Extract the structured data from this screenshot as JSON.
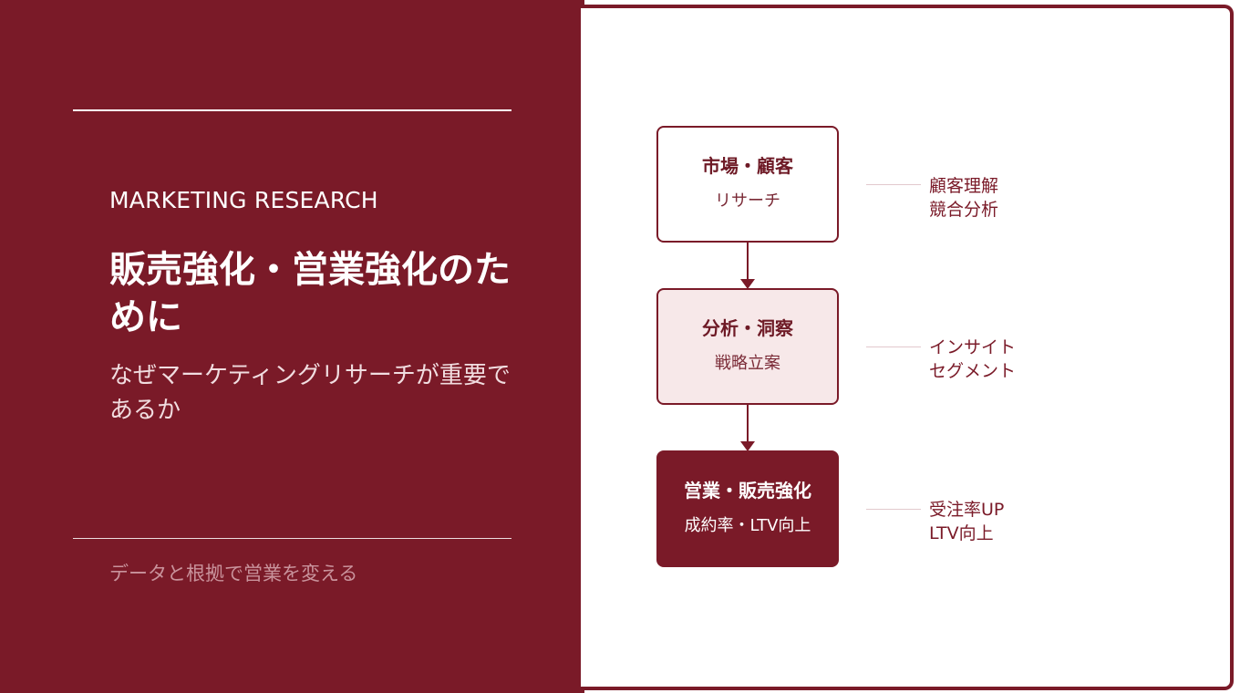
{
  "left": {
    "kicker": "MARKETING RESEARCH",
    "title": "販売強化・営業強化のために",
    "subtitle": "なぜマーケティングリサーチが重要であるか",
    "tagline": "データと根拠で営業を変える"
  },
  "flow": [
    {
      "title": "市場・顧客",
      "subtitle": "リサーチ",
      "notes": [
        "顧客理解",
        "競合分析"
      ]
    },
    {
      "title": "分析・洞察",
      "subtitle": "戦略立案",
      "notes": [
        "インサイト",
        "セグメント"
      ]
    },
    {
      "title": "営業・販売強化",
      "subtitle": "成約率・LTV向上",
      "notes": [
        "受注率UP",
        "LTV向上"
      ]
    }
  ],
  "colors": {
    "brand": "#7a1a28",
    "highlight_fill": "#f7e8e9",
    "background": "#ffffff"
  }
}
